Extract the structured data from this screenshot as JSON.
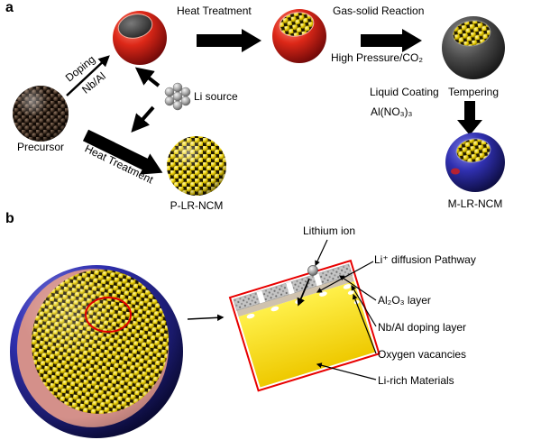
{
  "figure": {
    "background": "#ffffff"
  },
  "panel_a": {
    "label": "a",
    "nodes": {
      "precursor": "Precursor",
      "li_source": "Li source",
      "p_lr_ncm": "P-LR-NCM",
      "m_lr_ncm": "M-LR-NCM"
    },
    "steps": {
      "doping": "Doping",
      "dopants": "Nb/Al",
      "heat_treatment_top": "Heat Treatment",
      "gas_solid_reaction": "Gas-solid Reaction",
      "high_pressure": "High Pressure/CO₂",
      "liquid_coating": "Liquid Coating",
      "coating_agent": "Al(NO₃)₃",
      "tempering": "Tempering",
      "heat_treatment_bottom": "Heat Treatment"
    }
  },
  "panel_b": {
    "label": "b",
    "annotations": [
      "Lithium ion",
      "Li⁺ diffusion Pathway",
      "Al₂O₃ layer",
      "Nb/Al doping layer",
      "Oxygen vacancies",
      "Li-rich Materials"
    ]
  },
  "colors": {
    "red_shell": "#dd2818",
    "yellow_particles": "#e8cc00",
    "blue_shell": "#3030b0",
    "dark_shell": "#4a4a4a",
    "precursor_brown": "#483628",
    "annotation_red": "#e80000",
    "arrow_black": "#000000"
  }
}
